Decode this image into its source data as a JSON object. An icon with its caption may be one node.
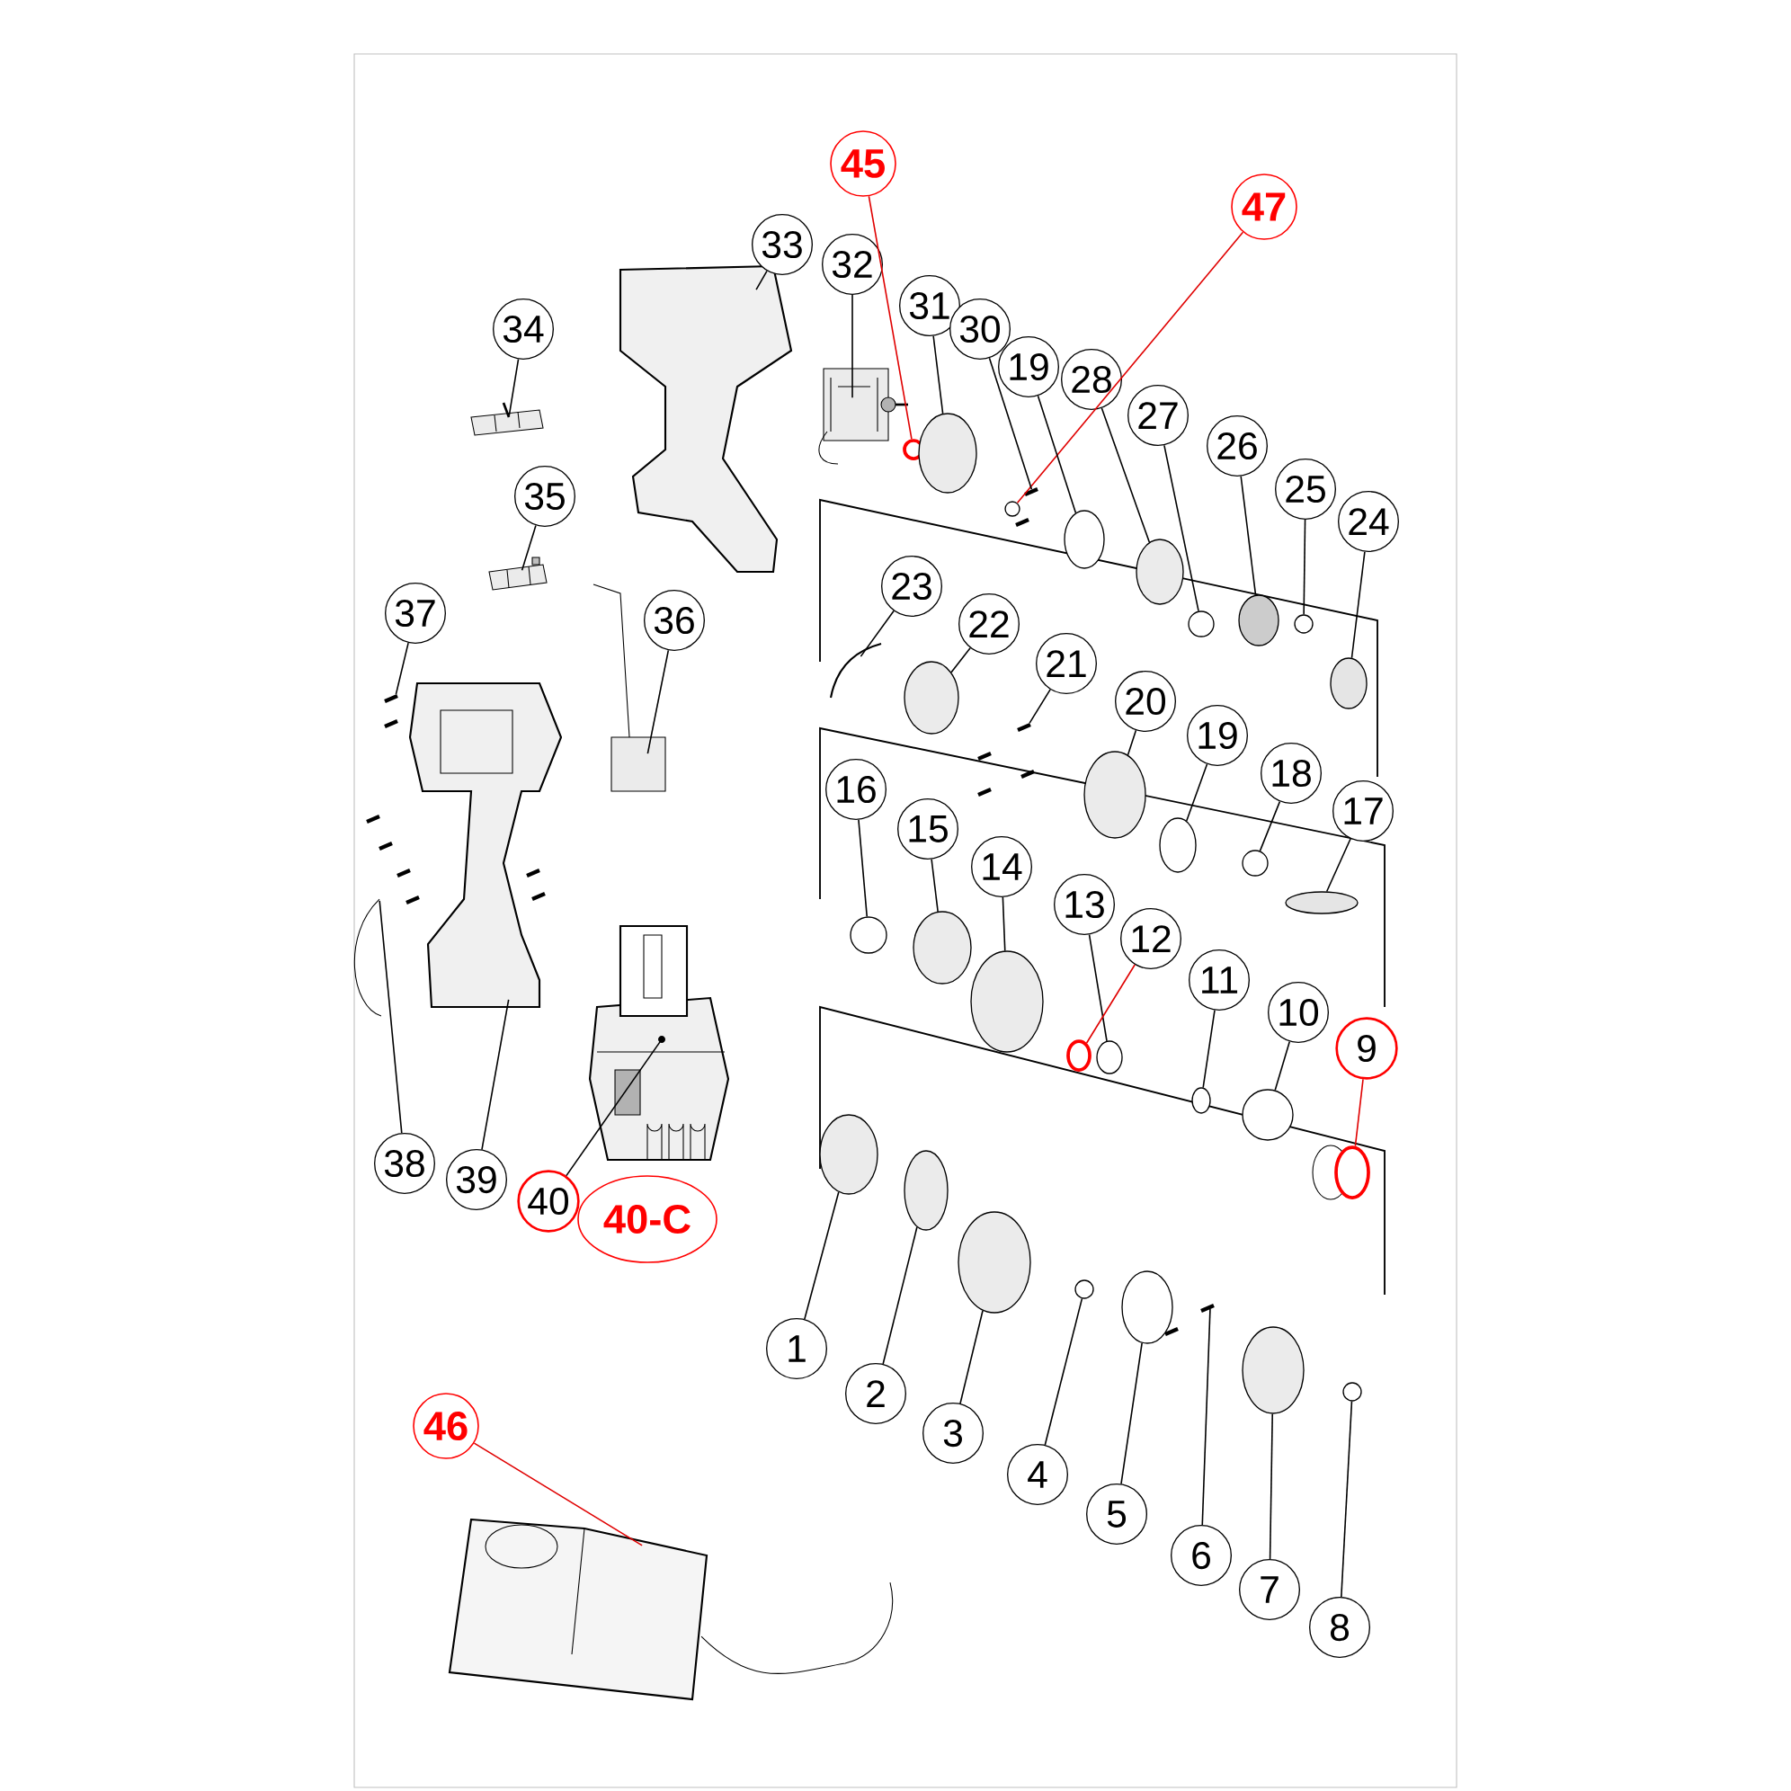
{
  "diagram": {
    "nodes": [
      {
        "text": [
          "45"
        ]
      },
      {
        "text": [
          "47"
        ]
      },
      {
        "text": [
          "33"
        ]
      },
      {
        "text": [
          "32"
        ]
      },
      {
        "text": [
          "31"
        ]
      },
      {
        "text": [
          "30"
        ]
      },
      {
        "text": [
          "19"
        ]
      },
      {
        "text": [
          "28"
        ]
      },
      {
        "text": [
          "27"
        ]
      },
      {
        "text": [
          "26"
        ]
      },
      {
        "text": [
          "25"
        ]
      },
      {
        "text": [
          "24"
        ]
      },
      {
        "text": [
          "34"
        ]
      },
      {
        "text": [
          "35"
        ]
      },
      {
        "text": [
          "23"
        ]
      },
      {
        "text": [
          "22"
        ]
      },
      {
        "text": [
          "21"
        ]
      },
      {
        "text": [
          "20"
        ]
      },
      {
        "text": [
          "19"
        ]
      },
      {
        "text": [
          "18"
        ]
      },
      {
        "text": [
          "17"
        ]
      },
      {
        "text": [
          "37"
        ]
      },
      {
        "text": [
          "36"
        ]
      },
      {
        "text": [
          "16"
        ]
      },
      {
        "text": [
          "15"
        ]
      },
      {
        "text": [
          "14"
        ]
      },
      {
        "text": [
          "13"
        ]
      },
      {
        "text": [
          "12"
        ]
      },
      {
        "text": [
          "11"
        ]
      },
      {
        "text": [
          "10"
        ]
      },
      {
        "text": [
          "9"
        ]
      },
      {
        "text": [
          "38"
        ]
      },
      {
        "text": [
          "39"
        ]
      },
      {
        "text": [
          "40"
        ]
      },
      {
        "text": [
          "40-C"
        ]
      },
      {
        "text": [
          "1"
        ]
      },
      {
        "text": [
          "2"
        ]
      },
      {
        "text": [
          "3"
        ]
      },
      {
        "text": [
          "4"
        ]
      },
      {
        "text": [
          "5"
        ]
      },
      {
        "text": [
          "6"
        ]
      },
      {
        "text": [
          "7"
        ]
      },
      {
        "text": [
          "8"
        ]
      },
      {
        "text": [
          "46"
        ]
      },
      {
        "text": [],
        "shape": "circle"
      },
      {
        "text": [],
        "shape": "circle"
      },
      {
        "text": [],
        "shape": "picture"
      },
      {
        "text": [],
        "shape": "picture"
      },
      {
        "text": [],
        "shape": "circle"
      },
      {
        "text": [],
        "shape": "picture"
      },
      {
        "text": [],
        "shape": "circle"
      },
      {
        "text": [],
        "shape": "circle"
      },
      {
        "text": [],
        "shape": "circle"
      },
      {
        "text": [],
        "shape": "circle"
      },
      {
        "text": [],
        "shape": "circle"
      },
      {
        "text": [],
        "shape": "circle"
      },
      {
        "text": [],
        "shape": "picture"
      },
      {
        "text": [],
        "shape": "picture"
      },
      {
        "text": [],
        "shape": "picture"
      },
      {
        "text": [],
        "shape": "circle"
      },
      {
        "text": [],
        "shape": "picture"
      },
      {
        "text": [],
        "shape": "circle"
      },
      {
        "text": [],
        "shape": "circle"
      },
      {
        "text": [],
        "shape": "circle"
      },
      {
        "text": [],
        "shape": "circle"
      },
      {
        "text": [],
        "shape": "picture"
      },
      {
        "text": [],
        "shape": "picture"
      },
      {
        "text": [],
        "shape": "circle"
      },
      {
        "text": [],
        "shape": "circle"
      },
      {
        "text": [],
        "shape": "circle"
      },
      {
        "text": [],
        "shape": "circle"
      },
      {
        "text": [],
        "shape": "circle"
      },
      {
        "text": [],
        "shape": "circle"
      },
      {
        "text": [],
        "shape": "circle"
      },
      {
        "text": [],
        "shape": "circle"
      },
      {
        "text": [],
        "shape": "picture"
      },
      {
        "text": [],
        "shape": "picture"
      },
      {
        "text": [],
        "shape": "picture"
      },
      {
        "text": [],
        "shape": "circle"
      },
      {
        "text": [],
        "shape": "circle"
      },
      {
        "text": [],
        "shape": "circle"
      },
      {
        "text": [],
        "shape": "circle"
      },
      {
        "text": [],
        "shape": "circle"
      },
      {
        "text": [],
        "shape": "picture"
      },
      {
        "text": [],
        "shape": "circle"
      },
      {
        "text": [],
        "shape": "circle"
      },
      {
        "text": [],
        "shape": "picture"
      }
    ],
    "edges": [
      {
        "from": 0,
        "to": 44,
        "arrow": "none",
        "color": "#e00000"
      },
      {
        "from": 1,
        "to": 45,
        "arrow": "none",
        "color": "#e00000"
      },
      {
        "from": 2,
        "to": 46,
        "arrow": "none"
      },
      {
        "from": 3,
        "to": 47,
        "arrow": "none"
      },
      {
        "from": 4,
        "to": 48,
        "arrow": "none"
      },
      {
        "from": 5,
        "to": 49,
        "arrow": "none"
      },
      {
        "from": 6,
        "to": 50,
        "arrow": "none"
      },
      {
        "from": 7,
        "to": 51,
        "arrow": "none"
      },
      {
        "from": 8,
        "to": 52,
        "arrow": "none"
      },
      {
        "from": 9,
        "to": 53,
        "arrow": "none"
      },
      {
        "from": 10,
        "to": 54,
        "arrow": "none"
      },
      {
        "from": 11,
        "to": 55,
        "arrow": "none"
      },
      {
        "from": 12,
        "to": 56,
        "arrow": "none"
      },
      {
        "from": 13,
        "to": 57,
        "arrow": "none"
      },
      {
        "from": 14,
        "to": 58,
        "arrow": "none"
      },
      {
        "from": 15,
        "to": 59,
        "arrow": "none"
      },
      {
        "from": 16,
        "to": 60,
        "arrow": "none"
      },
      {
        "from": 17,
        "to": 61,
        "arrow": "none"
      },
      {
        "from": 18,
        "to": 62,
        "arrow": "none"
      },
      {
        "from": 19,
        "to": 63,
        "arrow": "none"
      },
      {
        "from": 20,
        "to": 64,
        "arrow": "none"
      },
      {
        "from": 21,
        "to": 65,
        "arrow": "none"
      },
      {
        "from": 22,
        "to": 66,
        "arrow": "none"
      },
      {
        "from": 23,
        "to": 67,
        "arrow": "none"
      },
      {
        "from": 24,
        "to": 68,
        "arrow": "none"
      },
      {
        "from": 25,
        "to": 69,
        "arrow": "none"
      },
      {
        "from": 26,
        "to": 70,
        "arrow": "none"
      },
      {
        "from": 27,
        "to": 71,
        "arrow": "none",
        "color": "#e00000"
      },
      {
        "from": 28,
        "to": 72,
        "arrow": "none"
      },
      {
        "from": 29,
        "to": 73,
        "arrow": "none"
      },
      {
        "from": 30,
        "to": 74,
        "arrow": "none",
        "color": "#e00000"
      },
      {
        "from": 31,
        "to": 75,
        "arrow": "none"
      },
      {
        "from": 32,
        "to": 76,
        "arrow": "none"
      },
      {
        "from": 33,
        "to": 77,
        "arrow": "none"
      },
      {
        "from": 35,
        "to": 78,
        "arrow": "none"
      },
      {
        "from": 36,
        "to": 79,
        "arrow": "none"
      },
      {
        "from": 37,
        "to": 80,
        "arrow": "none"
      },
      {
        "from": 38,
        "to": 81,
        "arrow": "none"
      },
      {
        "from": 39,
        "to": 82,
        "arrow": "none"
      },
      {
        "from": 40,
        "to": 83,
        "arrow": "none"
      },
      {
        "from": 41,
        "to": 84,
        "arrow": "none"
      },
      {
        "from": 42,
        "to": 85,
        "arrow": "none"
      },
      {
        "from": 43,
        "to": 86,
        "arrow": "none",
        "color": "#e00000"
      }
    ]
  }
}
